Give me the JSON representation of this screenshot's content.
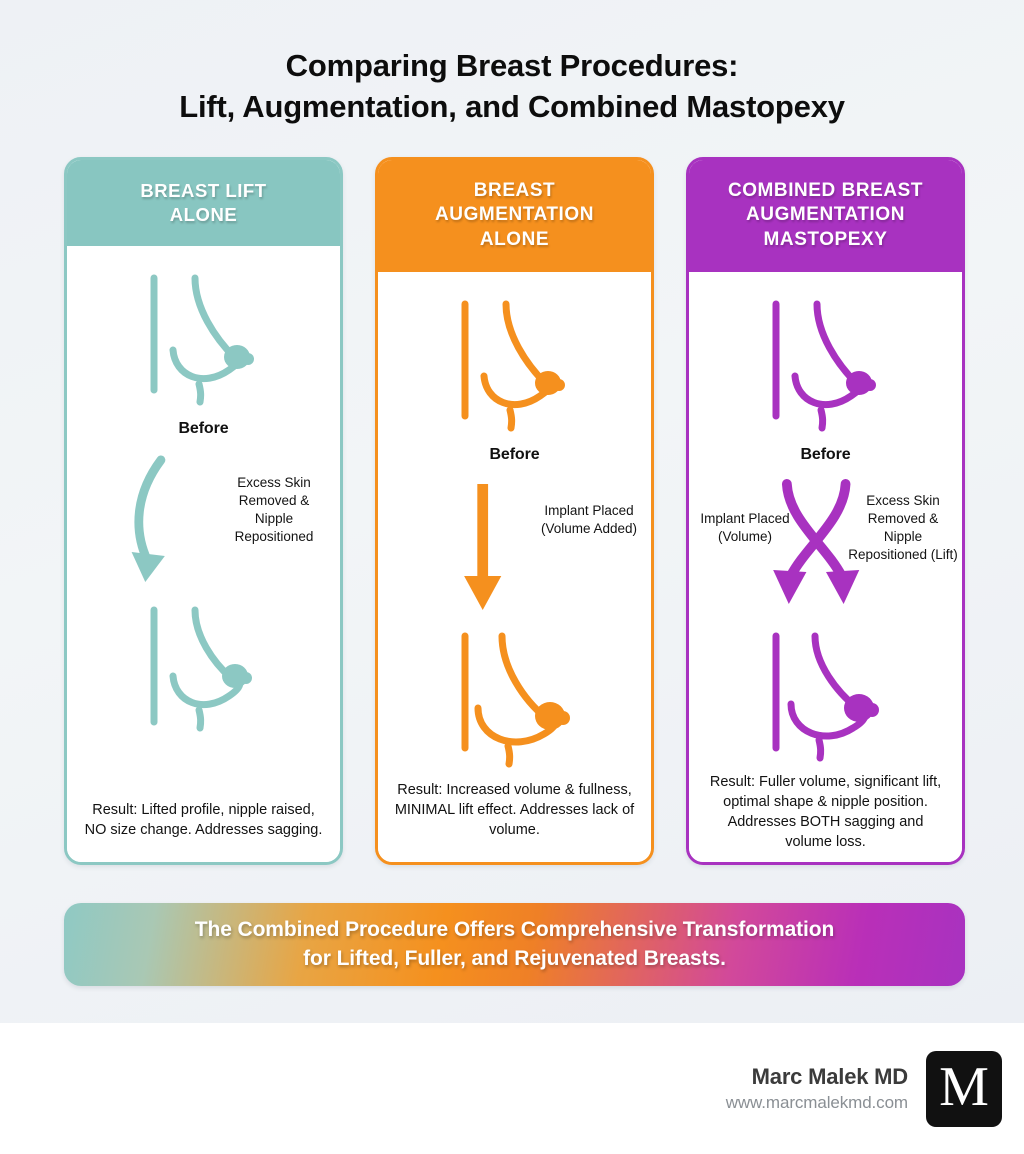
{
  "title": {
    "line1": "Comparing Breast Procedures:",
    "line2": "Lift, Augmentation, and Combined Mastopexy"
  },
  "colors": {
    "teal": "#88c6c1",
    "orange": "#f5901e",
    "purple": "#a832c0",
    "background": "#eef1f5",
    "card_background": "#ffffff",
    "text": "#111111"
  },
  "columns": [
    {
      "id": "breast-lift-alone",
      "accent": "#88c6c1",
      "header_line1": "BREAST LIFT",
      "header_line2": "ALONE",
      "before_label": "Before",
      "after_label": "",
      "transition_notes": [
        {
          "position": "right",
          "text": "Excess Skin Removed & Nipple Repositioned"
        }
      ],
      "arrow_style": "curved-left",
      "result": "Result: Lifted profile, nipple raised, NO size change. Addresses sagging."
    },
    {
      "id": "breast-augmentation-alone",
      "accent": "#f5901e",
      "header_line1": "BREAST",
      "header_line2": "AUGMENTATION",
      "header_line3": "ALONE",
      "before_label": "Before",
      "after_label": "",
      "transition_notes": [
        {
          "position": "right",
          "text": "Implant Placed (Volume Added)"
        }
      ],
      "arrow_style": "straight-down",
      "result": "Result: Increased volume & fullness, MINIMAL lift effect. Addresses lack of volume."
    },
    {
      "id": "combined-breast-augmentation-mastopexy",
      "accent": "#a832c0",
      "header_line1": "COMBINED BREAST",
      "header_line2": "AUGMENTATION",
      "header_line3": "MASTOPEXY",
      "before_label": "Before",
      "after_label": "",
      "transition_notes": [
        {
          "position": "left",
          "text": "Implant Placed (Volume)"
        },
        {
          "position": "right",
          "text": "Excess Skin Removed & Nipple Repositioned (Lift)"
        }
      ],
      "arrow_style": "crossing-x",
      "result": "Result: Fuller volume, significant lift, optimal shape & nipple position. Addresses BOTH sagging and volume loss."
    }
  ],
  "banner": {
    "line1": "The Combined Procedure Offers Comprehensive Transformation",
    "line2": "for Lifted, Fuller, and Rejuvenated Breasts."
  },
  "footer": {
    "name": "Marc Malek MD",
    "url": "www.marcmalekmd.com",
    "logo_letter": "M"
  }
}
